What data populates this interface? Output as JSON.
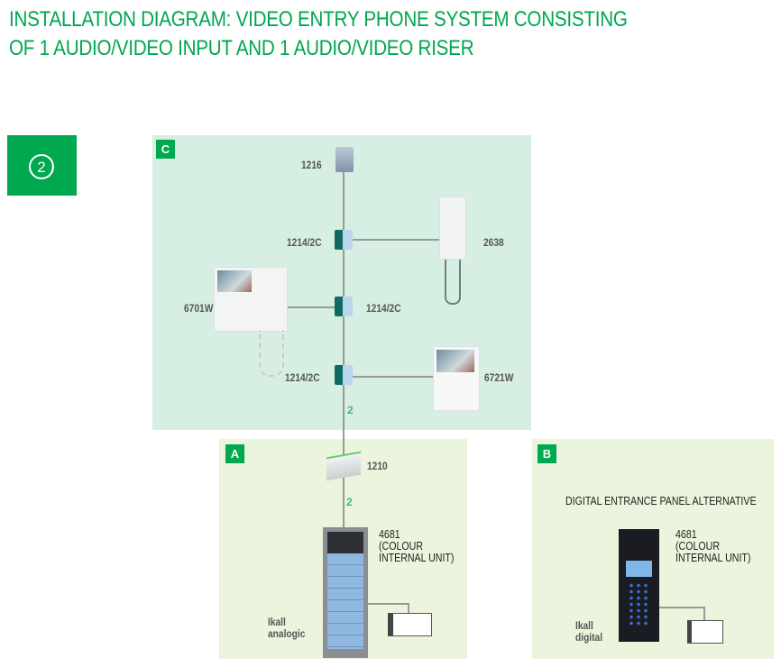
{
  "title": {
    "line1": "INSTALLATION DIAGRAM: VIDEO ENTRY PHONE SYSTEM CONSISTING",
    "line2": "OF 1 AUDIO/VIDEO INPUT AND 1 AUDIO/VIDEO RISER"
  },
  "step_icon": "2",
  "zone_c": {
    "tag": "C",
    "labels": {
      "power": "1216",
      "splitter1": "1214/2C",
      "phone": "2638",
      "monitor1": "6701W",
      "splitter2": "1214/2C",
      "splitter3": "1214/2C",
      "monitor2": "6721W"
    },
    "wires": "2"
  },
  "zone_a": {
    "tag": "A",
    "power": "1210",
    "wires": "2",
    "panel_code": "4681",
    "panel_desc1": "(COLOUR",
    "panel_desc2": "INTERNAL UNIT)",
    "name1": "Ikall",
    "name2": "analogic"
  },
  "zone_b": {
    "tag": "B",
    "heading": "DIGITAL ENTRANCE PANEL ALTERNATIVE",
    "panel_code": "4681",
    "panel_desc1": "(COLOUR",
    "panel_desc2": "INTERNAL UNIT)",
    "name1": "Ikall",
    "name2": "digital"
  },
  "colors": {
    "brand": "#00a84f",
    "zone_c_bg": "#d7efe3",
    "zone_ab_bg": "#ebf4dc"
  }
}
